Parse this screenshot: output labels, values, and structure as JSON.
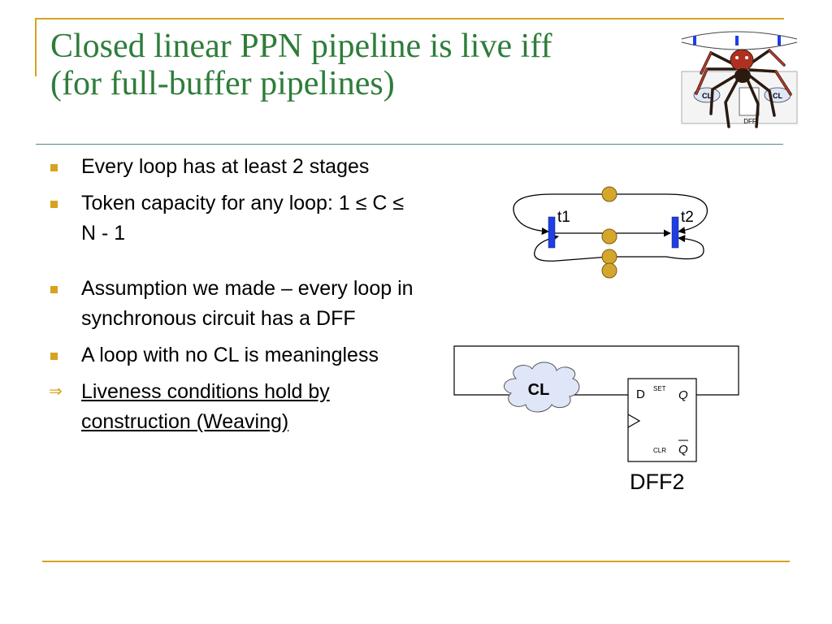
{
  "title": {
    "line1": "Closed linear PPN pipeline is live iff",
    "line2": "(for full-buffer pipelines)"
  },
  "bullets": [
    {
      "text": "Every loop has at least 2 stages"
    },
    {
      "text": "Token capacity for any loop: 1 ≤ C ≤ N - 1"
    },
    {
      "text": "Assumption we made – every loop in synchronous circuit has a DFF"
    },
    {
      "text": "A loop with no CL is meaningless"
    },
    {
      "text": "Liveness conditions hold by construction (Weaving)",
      "marker": "⇒"
    }
  ],
  "petri_net": {
    "transition_1": "t1",
    "transition_2": "t2"
  },
  "spider_logo": {
    "cl_left": "CL",
    "cl_right": "CL",
    "dff_label": "DFF"
  },
  "dff_diagram": {
    "cl_label": "CL",
    "pin_d": "D",
    "pin_set": "SET",
    "pin_q": "Q",
    "pin_clr": "CLR",
    "pin_qbar": "Q",
    "name": "DFF2"
  },
  "colors": {
    "title_green": "#2e7d3a",
    "accent_gold": "#d6a31e",
    "token_fill": "#d4a72c",
    "transition_blue": "#1f3fe0",
    "cloud_fill": "#dfe6f7"
  }
}
